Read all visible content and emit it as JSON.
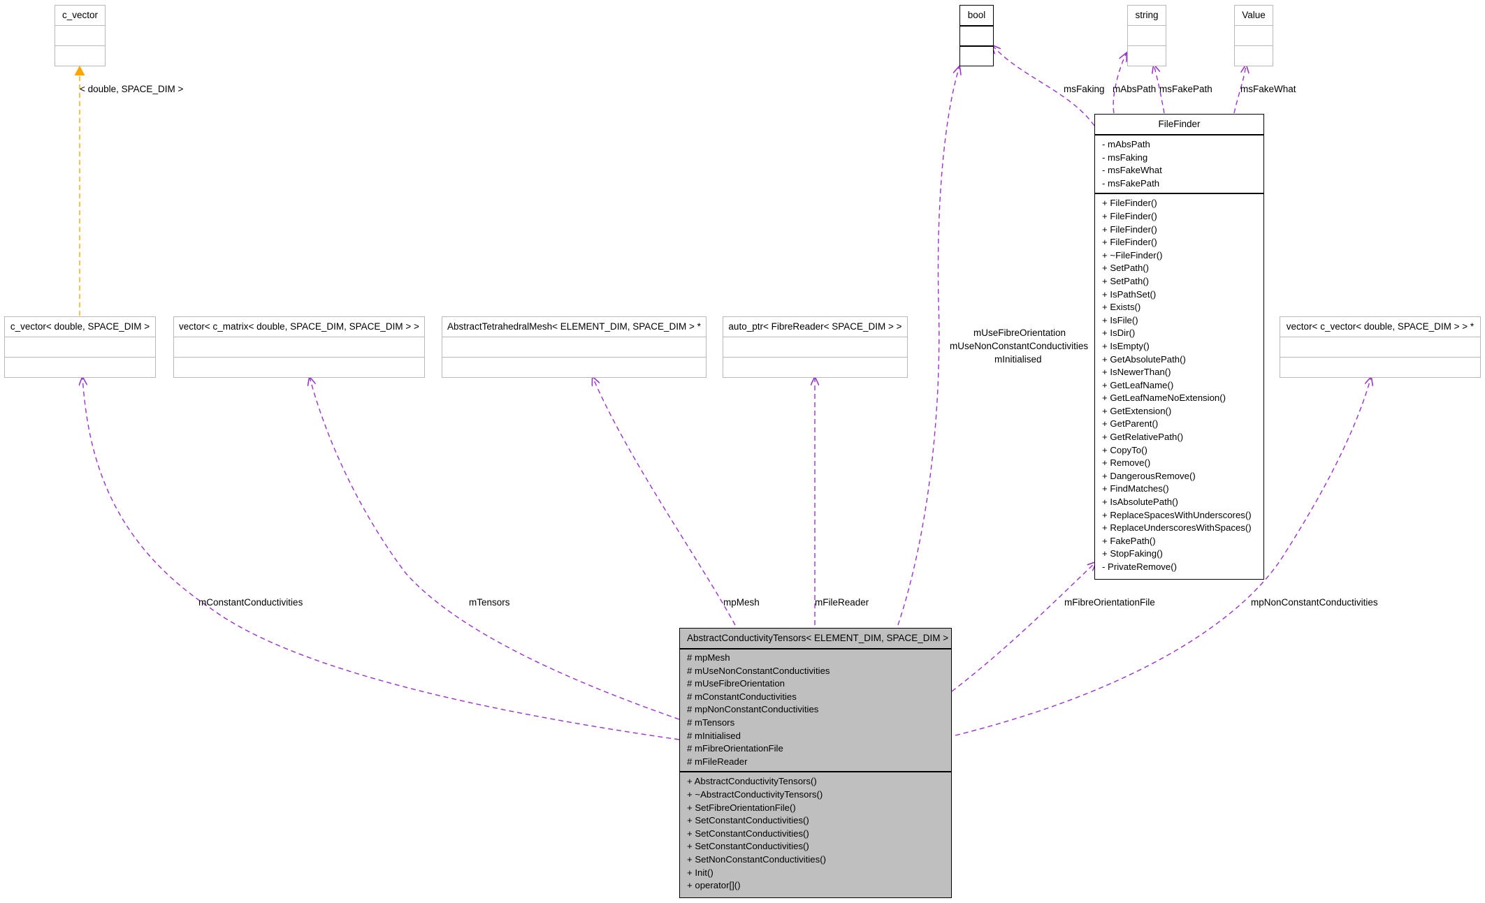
{
  "diagram": {
    "nodes": {
      "c_vector_tmpl": {
        "title": "c_vector"
      },
      "c_vector": {
        "title": "c_vector< double, SPACE_DIM >"
      },
      "vector_cmatrix": {
        "title": "vector< c_matrix< double, SPACE_DIM, SPACE_DIM > >"
      },
      "mesh_ptr": {
        "title": "AbstractTetrahedralMesh< ELEMENT_DIM, SPACE_DIM > *"
      },
      "auto_ptr": {
        "title": "auto_ptr< FibreReader< SPACE_DIM > >"
      },
      "bool": {
        "title": "bool"
      },
      "string": {
        "title": "string"
      },
      "value": {
        "title": "Value"
      },
      "vector_cvector_ptr": {
        "title": "vector< c_vector< double, SPACE_DIM > > *"
      },
      "file_finder": {
        "title": "FileFinder",
        "attributes": [
          "- mAbsPath",
          "- msFaking",
          "- msFakeWhat",
          "- msFakePath"
        ],
        "methods": [
          "+ FileFinder()",
          "+ FileFinder()",
          "+ FileFinder()",
          "+ FileFinder()",
          "+ ~FileFinder()",
          "+ SetPath()",
          "+ SetPath()",
          "+ IsPathSet()",
          "+ Exists()",
          "+ IsFile()",
          "+ IsDir()",
          "+ IsEmpty()",
          "+ GetAbsolutePath()",
          "+ IsNewerThan()",
          "+ GetLeafName()",
          "+ GetLeafNameNoExtension()",
          "+ GetExtension()",
          "+ GetParent()",
          "+ GetRelativePath()",
          "+ CopyTo()",
          "+ Remove()",
          "+ DangerousRemove()",
          "+ FindMatches()",
          "+ IsAbsolutePath()",
          "+ ReplaceSpacesWithUnderscores()",
          "+ ReplaceUnderscoresWithSpaces()",
          "+ FakePath()",
          "+ StopFaking()",
          "- PrivateRemove()"
        ]
      },
      "tensors": {
        "title": "AbstractConductivityTensors< ELEMENT_DIM, SPACE_DIM >",
        "attributes": [
          "# mpMesh",
          "# mUseNonConstantConductivities",
          "# mUseFibreOrientation",
          "# mConstantConductivities",
          "# mpNonConstantConductivities",
          "# mTensors",
          "# mInitialised",
          "# mFibreOrientationFile",
          "# mFileReader"
        ],
        "methods": [
          "+ AbstractConductivityTensors()",
          "+ ~AbstractConductivityTensors()",
          "+ SetFibreOrientationFile()",
          "+ SetConstantConductivities()",
          "+ SetConstantConductivities()",
          "+ SetConstantConductivities()",
          "+ SetNonConstantConductivities()",
          "+ Init()",
          "+ operator[]()"
        ]
      }
    },
    "edge_labels": {
      "template_arg": "< double, SPACE_DIM >",
      "m_constant_conductivities": "mConstantConductivities",
      "m_tensors": "mTensors",
      "mp_mesh": "mpMesh",
      "m_file_reader": "mFileReader",
      "bool_members": [
        "mUseFibreOrientation",
        "mUseNonConstantConductivities",
        "mInitialised"
      ],
      "ms_faking": "msFaking",
      "m_abs_path": "mAbsPath",
      "ms_fake_path": "msFakePath",
      "ms_fake_what": "msFakeWhat",
      "m_fibre_orientation_file": "mFibreOrientationFile",
      "mp_non_constant_conductivities": "mpNonConstantConductivities"
    },
    "colors": {
      "usage_edge": "#9a32cd",
      "template_edge": "#ffa500",
      "focus_fill": "#bfbfbf"
    }
  }
}
